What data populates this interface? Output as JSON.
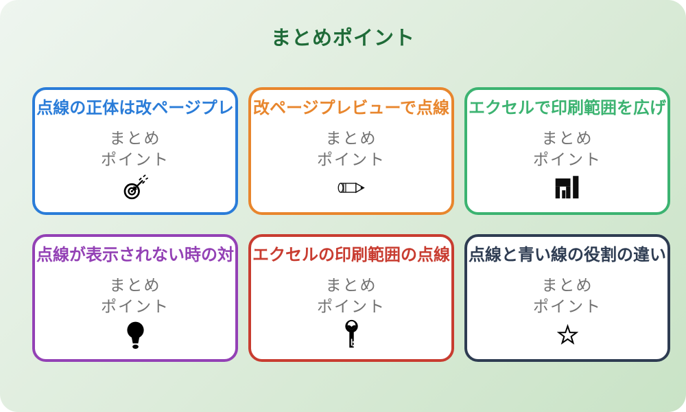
{
  "page": {
    "title": "まとめポイント",
    "title_color": "#1f6b38",
    "background_gradient": {
      "start": "#eef5ef",
      "mid": "#ddecdb",
      "end": "#c9e3c6"
    },
    "card_background": "#ffffff",
    "subtitle_text_color": "#717171"
  },
  "cards": [
    {
      "title": "点線の正体は改ページプレ",
      "color": "#2a7cd8",
      "subtitle_line1": "まとめ",
      "subtitle_line2": "ポイント",
      "icon": "dart-target-icon"
    },
    {
      "title": "改ページプレビューで点線",
      "color": "#e8862d",
      "subtitle_line1": "まとめ",
      "subtitle_line2": "ポイント",
      "icon": "pencil-icon"
    },
    {
      "title": "エクセルで印刷範囲を広げ",
      "color": "#3cb371",
      "subtitle_line1": "まとめ",
      "subtitle_line2": "ポイント",
      "icon": "bar-chart-icon"
    },
    {
      "title": "点線が表示されない時の対",
      "color": "#9341b5",
      "subtitle_line1": "まとめ",
      "subtitle_line2": "ポイント",
      "icon": "lightbulb-icon"
    },
    {
      "title": "エクセルの印刷範囲の点線",
      "color": "#c83c30",
      "subtitle_line1": "まとめ",
      "subtitle_line2": "ポイント",
      "icon": "key-icon"
    },
    {
      "title": "点線と青い線の役割の違い",
      "color": "#2e3c52",
      "subtitle_line1": "まとめ",
      "subtitle_line2": "ポイント",
      "icon": "star-icon"
    }
  ]
}
